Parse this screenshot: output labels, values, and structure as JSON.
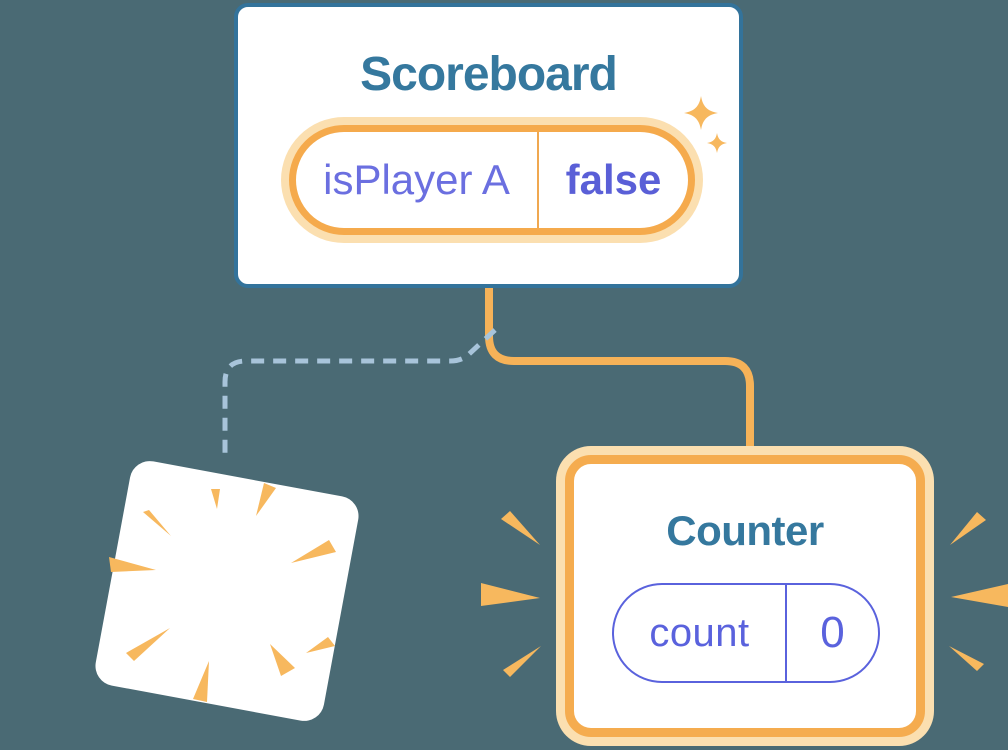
{
  "canvas": {
    "background": "#4A6A74"
  },
  "scoreboard": {
    "title": "Scoreboard",
    "state": {
      "key": "isPlayer A",
      "value": "false"
    }
  },
  "counter": {
    "title": "Counter",
    "state": {
      "key": "count",
      "value": "0"
    }
  },
  "icons": {
    "sparkles": "sparkles-icon",
    "explosion_burst": "explosion-burst-icon",
    "emphasis_left": "emphasis-burst-left-icon",
    "emphasis_right": "emphasis-burst-right-icon"
  },
  "colors": {
    "background": "#4A6A74",
    "card_white": "#FFFFFF",
    "card_border_blue": "#33739B",
    "title_blue": "#35789E",
    "orange_border": "#F5AA4C",
    "orange_halo": "#FBDFB0",
    "connector_orange": "#F6B258",
    "connector_dashed_blue": "#A8C4DA",
    "burst_orange": "#F7B85E",
    "state_purple": "#6B6FE0",
    "state_purple_bold": "#5A5FD7",
    "counter_purple": "#5A62DD"
  }
}
